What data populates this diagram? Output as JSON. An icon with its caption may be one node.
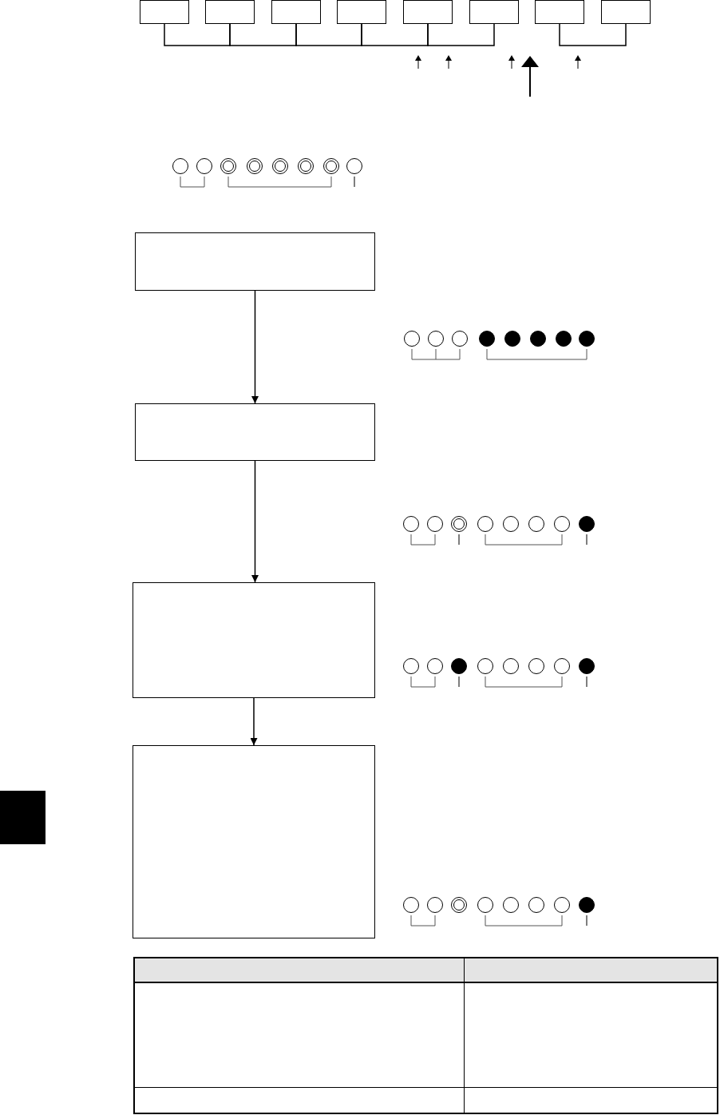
{
  "diagram": {
    "nodes": [
      {
        "text": [],
        "shape": "box"
      },
      {
        "text": [],
        "shape": "box"
      },
      {
        "text": [],
        "shape": "box"
      },
      {
        "text": [],
        "shape": "box"
      },
      {
        "text": [],
        "shape": "box"
      },
      {
        "text": [],
        "shape": "box"
      },
      {
        "text": [],
        "shape": "box"
      },
      {
        "text": [],
        "shape": "box"
      },
      {
        "text": [],
        "shape": "box"
      },
      {
        "text": [],
        "shape": "box"
      },
      {
        "text": [],
        "shape": "box"
      },
      {
        "text": [],
        "shape": "box"
      }
    ],
    "edges": [
      {
        "from": 0,
        "to": 1,
        "arrow": "none"
      },
      {
        "from": 1,
        "to": 2,
        "arrow": "none"
      },
      {
        "from": 2,
        "to": 3,
        "arrow": "none"
      },
      {
        "from": 3,
        "to": 4,
        "arrow": "none"
      },
      {
        "from": 4,
        "to": 5,
        "arrow": "none"
      },
      {
        "from": 6,
        "to": 7,
        "arrow": "none"
      },
      {
        "from": 8,
        "to": 9,
        "arrow": "to"
      },
      {
        "from": 9,
        "to": 10,
        "arrow": "to"
      },
      {
        "from": 10,
        "to": 11,
        "arrow": "to"
      }
    ]
  }
}
